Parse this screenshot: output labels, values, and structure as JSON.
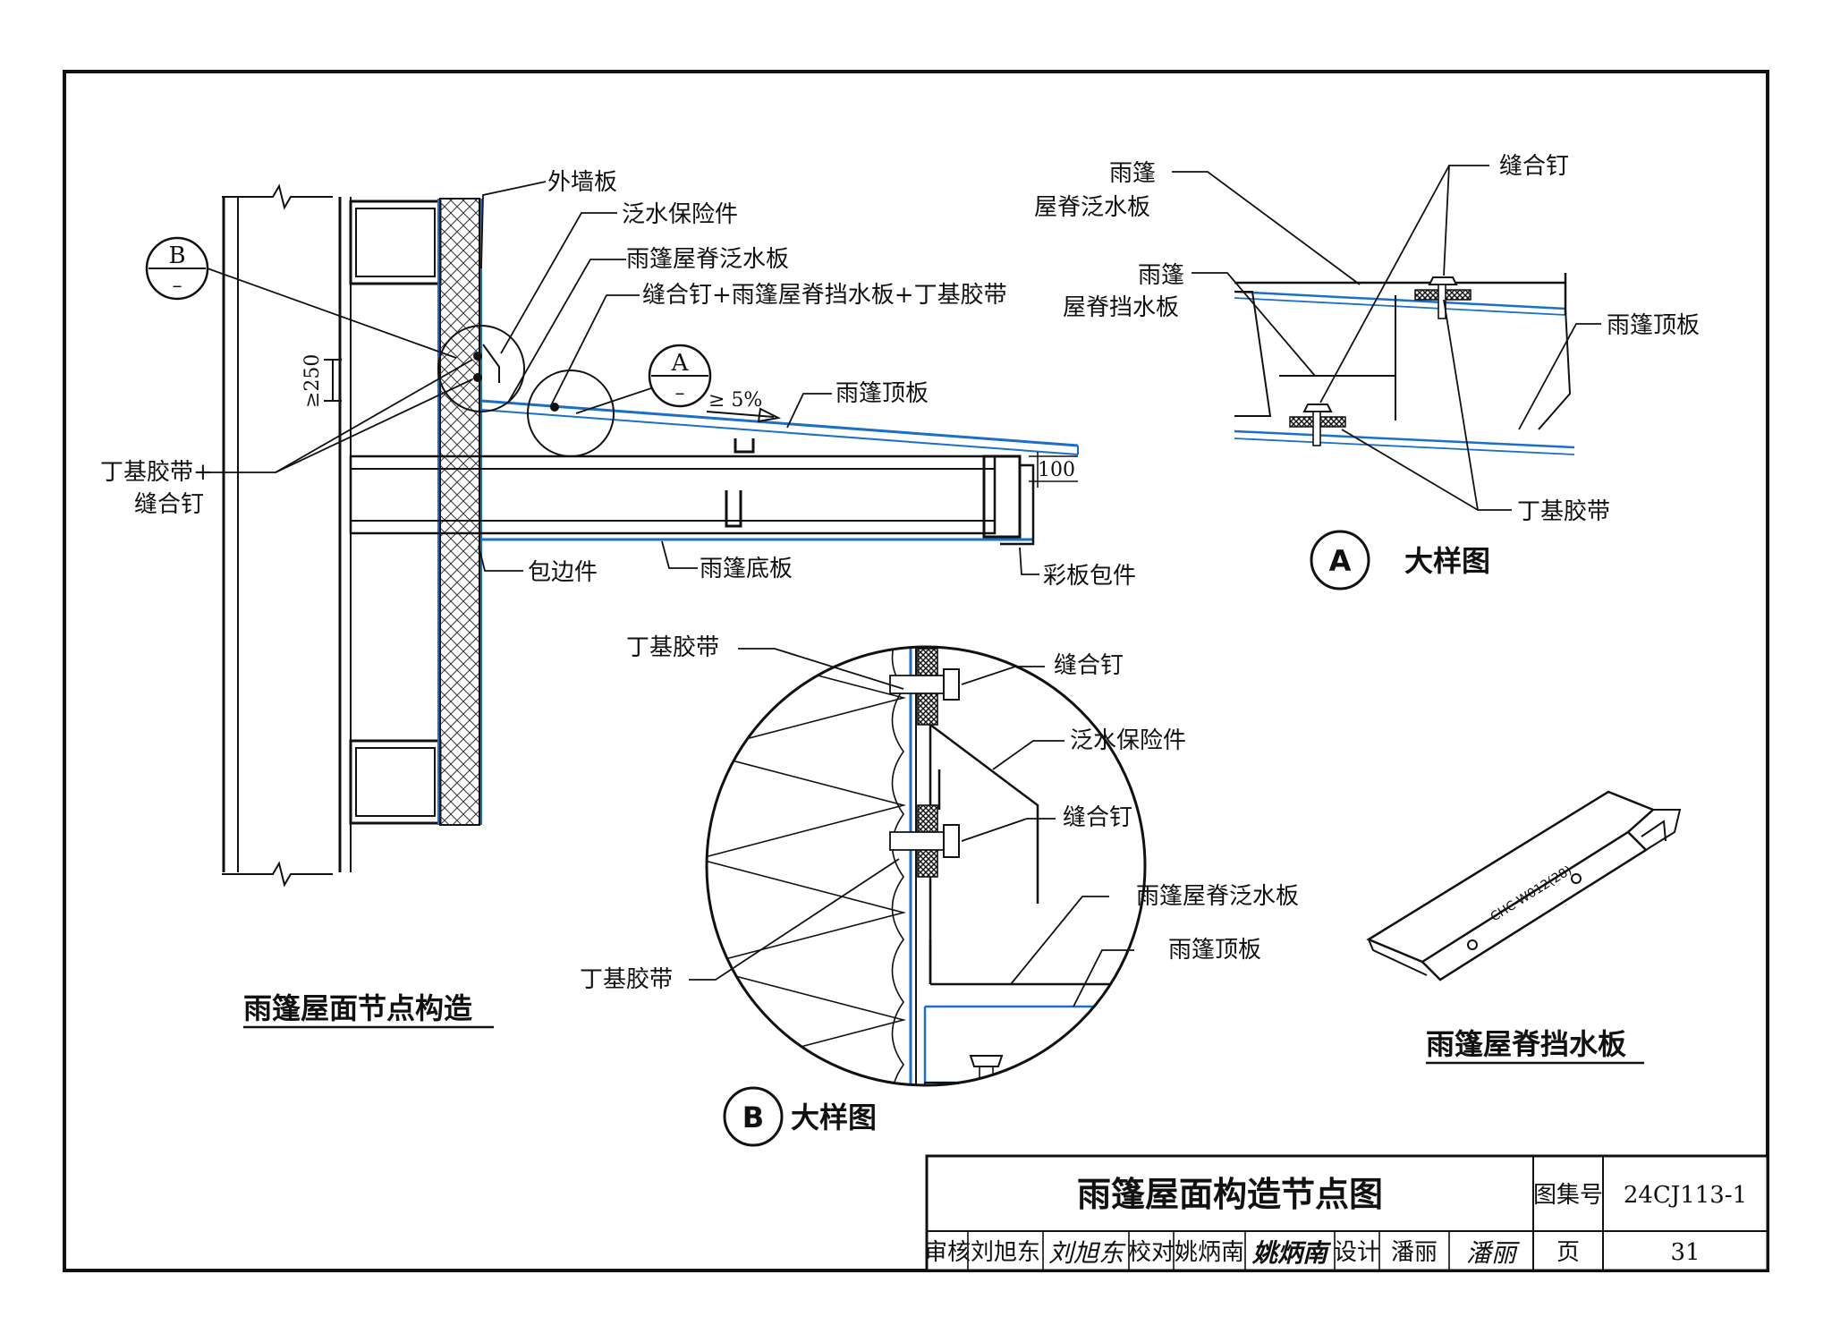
{
  "main_detail": {
    "caption": "雨篷屋面节点构造",
    "callout_b": "B",
    "callout_a": "A",
    "callout_dash": "–",
    "labels": {
      "outer_wall_panel": "外墙板",
      "flashing_insurance": "泛水保险件",
      "ridge_flashing": "雨篷屋脊泛水板",
      "rivet_combo": "缝合钉+雨篷屋脊挡水板+丁基胶带",
      "top_panel": "雨篷顶板",
      "slope": "≥ 5%",
      "butyl_rivet_1": "丁基胶带+",
      "butyl_rivet_2": "缝合钉",
      "edge_trim": "包边件",
      "bottom_panel": "雨篷底板",
      "color_trim": "彩板包件",
      "dim_250": "≥250",
      "dim_100": "100"
    }
  },
  "detail_a": {
    "title": "大样图",
    "marker": "A",
    "labels": {
      "ridge_flashing_1": "雨篷",
      "ridge_flashing_2": "屋脊泛水板",
      "ridge_stop_1": "雨篷",
      "ridge_stop_2": "屋脊挡水板",
      "rivet": "缝合钉",
      "top_panel": "雨篷顶板",
      "butyl": "丁基胶带"
    }
  },
  "detail_b": {
    "title": "大样图",
    "marker": "B",
    "labels": {
      "butyl_top": "丁基胶带",
      "rivet_top": "缝合钉",
      "flashing_insurance": "泛水保险件",
      "rivet_mid": "缝合钉",
      "ridge_flashing": "雨篷屋脊泛水板",
      "top_panel": "雨篷顶板",
      "butyl_bottom": "丁基胶带"
    }
  },
  "ridge_stop_sketch": {
    "caption": "雨篷屋脊挡水板",
    "product_code": "CHC-W012(28)"
  },
  "title_block": {
    "drawing_title": "雨篷屋面构造节点图",
    "atlas_label": "图集号",
    "atlas_number": "24CJ113-1",
    "reviewer_label": "审核",
    "reviewer_name": "刘旭东",
    "reviewer_sig": "刘旭东",
    "checker_label": "校对",
    "checker_name": "姚炳南",
    "checker_sig": "姚炳南",
    "designer_label": "设计",
    "designer_name": "潘丽",
    "designer_sig": "潘丽",
    "page_label": "页",
    "page_number": "31"
  },
  "colors": {
    "line": "#111111",
    "panel_blue": "#1a6fc9"
  }
}
